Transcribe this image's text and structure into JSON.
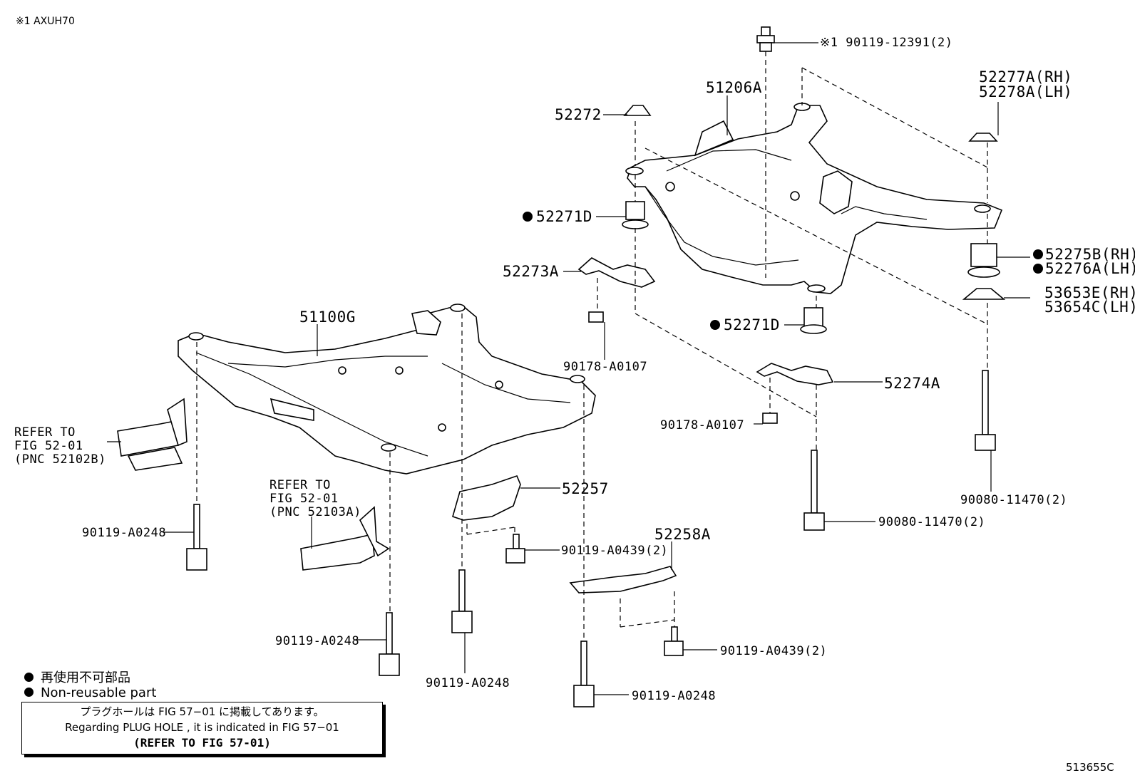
{
  "header": {
    "model_note": "※1 AXUH70"
  },
  "figure_code": "513655C",
  "legend": {
    "jp": "再使用不可部品",
    "en": "Non-reusable part"
  },
  "note_box": {
    "jp": "プラグホールは FIG 57−01 に掲載してあります。",
    "en": "Regarding PLUG HOLE , it is indicated in FIG 57−01",
    "ref": "(REFER TO FIG 57-01)"
  },
  "labels": {
    "l_90119_12391": "※1 90119-12391(2)",
    "l_51206A": "51206A",
    "l_52277A": "52277A(RH)",
    "l_52278A": "52278A(LH)",
    "l_52272": "52272",
    "l_52271D_top": "52271D",
    "l_52273A": "52273A",
    "l_52275B": "52275B(RH)",
    "l_52276A": "52276A(LH)",
    "l_53653E": "53653E(RH)",
    "l_53654C": "53654C(LH)",
    "l_51100G": "51100G",
    "l_52271D_mid": "52271D",
    "l_90178_top": "90178-A0107",
    "l_52274A": "52274A",
    "l_90178_mid": "90178-A0107",
    "l_refer1_a": "REFER TO",
    "l_refer1_b": "FIG 52-01",
    "l_refer1_c": "(PNC 52102B)",
    "l_refer2_a": "REFER TO",
    "l_refer2_b": "FIG 52-01",
    "l_refer2_c": "(PNC 52103A)",
    "l_52257": "52257",
    "l_90080_right": "90080-11470(2)",
    "l_90080_mid": "90080-11470(2)",
    "l_90119_A0248_left": "90119-A0248",
    "l_90119_A0439_top": "90119-A0439(2)",
    "l_52258A": "52258A",
    "l_90119_A0248_mid": "90119-A0248",
    "l_90119_A0439_bot": "90119-A0439(2)",
    "l_90119_A0248_bot": "90119-A0248",
    "l_90119_A0248_right": "90119-A0248"
  }
}
